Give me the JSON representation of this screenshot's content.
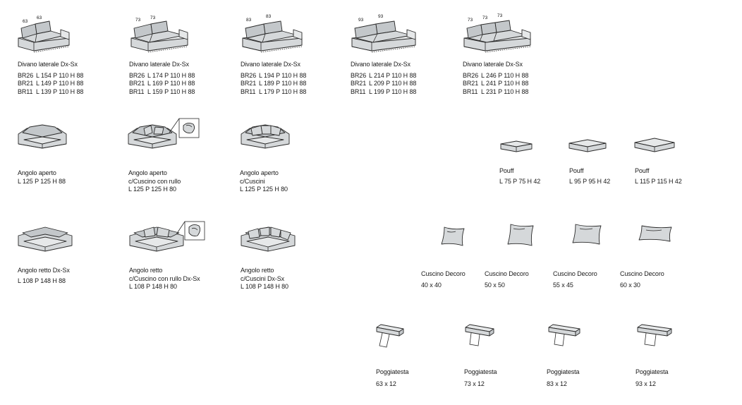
{
  "divano": [
    {
      "title": "Divano laterale Dx-Sx",
      "widths": [
        "63",
        "63"
      ],
      "rows": [
        {
          "code": "BR26",
          "dim": "L 154 P 110 H 88"
        },
        {
          "code": "BR21",
          "dim": "L 149 P 110 H 88"
        },
        {
          "code": "BR11",
          "dim": "L 139 P 110 H 88"
        }
      ]
    },
    {
      "title": "Divano laterale Dx-Sx",
      "widths": [
        "73",
        "73"
      ],
      "rows": [
        {
          "code": "BR26",
          "dim": "L 174 P 110 H 88"
        },
        {
          "code": "BR21",
          "dim": "L 169 P 110 H 88"
        },
        {
          "code": "BR11",
          "dim": "L 159 P 110 H 88"
        }
      ]
    },
    {
      "title": "Divano laterale Dx-Sx",
      "widths": [
        "83",
        "83"
      ],
      "rows": [
        {
          "code": "BR26",
          "dim": "L 194 P 110 H 88"
        },
        {
          "code": "BR21",
          "dim": "L 189 P 110 H 88"
        },
        {
          "code": "BR11",
          "dim": "L 179 P 110 H 88"
        }
      ]
    },
    {
      "title": "Divano laterale Dx-Sx",
      "widths": [
        "93",
        "93"
      ],
      "rows": [
        {
          "code": "BR26",
          "dim": "L 214 P 110 H 88"
        },
        {
          "code": "BR21",
          "dim": "L 209 P 110 H 88"
        },
        {
          "code": "BR11",
          "dim": "L 199 P 110 H 88"
        }
      ]
    },
    {
      "title": "Divano laterale Dx-Sx",
      "widths": [
        "73",
        "73",
        "73"
      ],
      "rows": [
        {
          "code": "BR26",
          "dim": "L 246 P 110 H 88"
        },
        {
          "code": "BR21",
          "dim": "L 241 P 110 H 88"
        },
        {
          "code": "BR11",
          "dim": "L 231 P 110 H 88"
        }
      ]
    }
  ],
  "angolo_aperto": [
    {
      "lines": [
        "Angolo aperto",
        "L 125 P 125 H 88"
      ]
    },
    {
      "lines": [
        "Angolo aperto",
        "c/Cuscino con rullo",
        "L 125 P 125 H 80"
      ]
    },
    {
      "lines": [
        "Angolo aperto",
        "c/Cuscini",
        "L 125 P 125 H 80"
      ]
    }
  ],
  "angolo_retto": [
    {
      "lines": [
        "Angolo retto Dx-Sx",
        "L 108 P 148 H 88"
      ]
    },
    {
      "lines": [
        "Angolo retto",
        "c/Cuscino con rullo Dx-Sx",
        "L 108 P 148 H 80"
      ]
    },
    {
      "lines": [
        "Angolo retto",
        "c/Cuscini Dx-Sx",
        "L 108 P 148 H 80"
      ]
    }
  ],
  "pouff": [
    {
      "title": "Pouff",
      "dim": "L 75 P 75 H 42"
    },
    {
      "title": "Pouff",
      "dim": "L 95 P 95 H 42"
    },
    {
      "title": "Pouff",
      "dim": "L 115 P 115 H 42"
    }
  ],
  "cuscini": [
    {
      "title": "Cuscino Decoro",
      "dim": "40 x 40"
    },
    {
      "title": "Cuscino Decoro",
      "dim": "50 x 50"
    },
    {
      "title": "Cuscino Decoro",
      "dim": "55 x 45"
    },
    {
      "title": "Cuscino Decoro",
      "dim": "60 x 30"
    }
  ],
  "poggiatesta": [
    {
      "title": "Poggiatesta",
      "dim": "63 x 12"
    },
    {
      "title": "Poggiatesta",
      "dim": "73 x 12"
    },
    {
      "title": "Poggiatesta",
      "dim": "83 x 12"
    },
    {
      "title": "Poggiatesta",
      "dim": "93 x 12"
    }
  ],
  "colors": {
    "fabric": "#d5d8da",
    "outline": "#2a2a2a",
    "text": "#1a1a1a"
  }
}
